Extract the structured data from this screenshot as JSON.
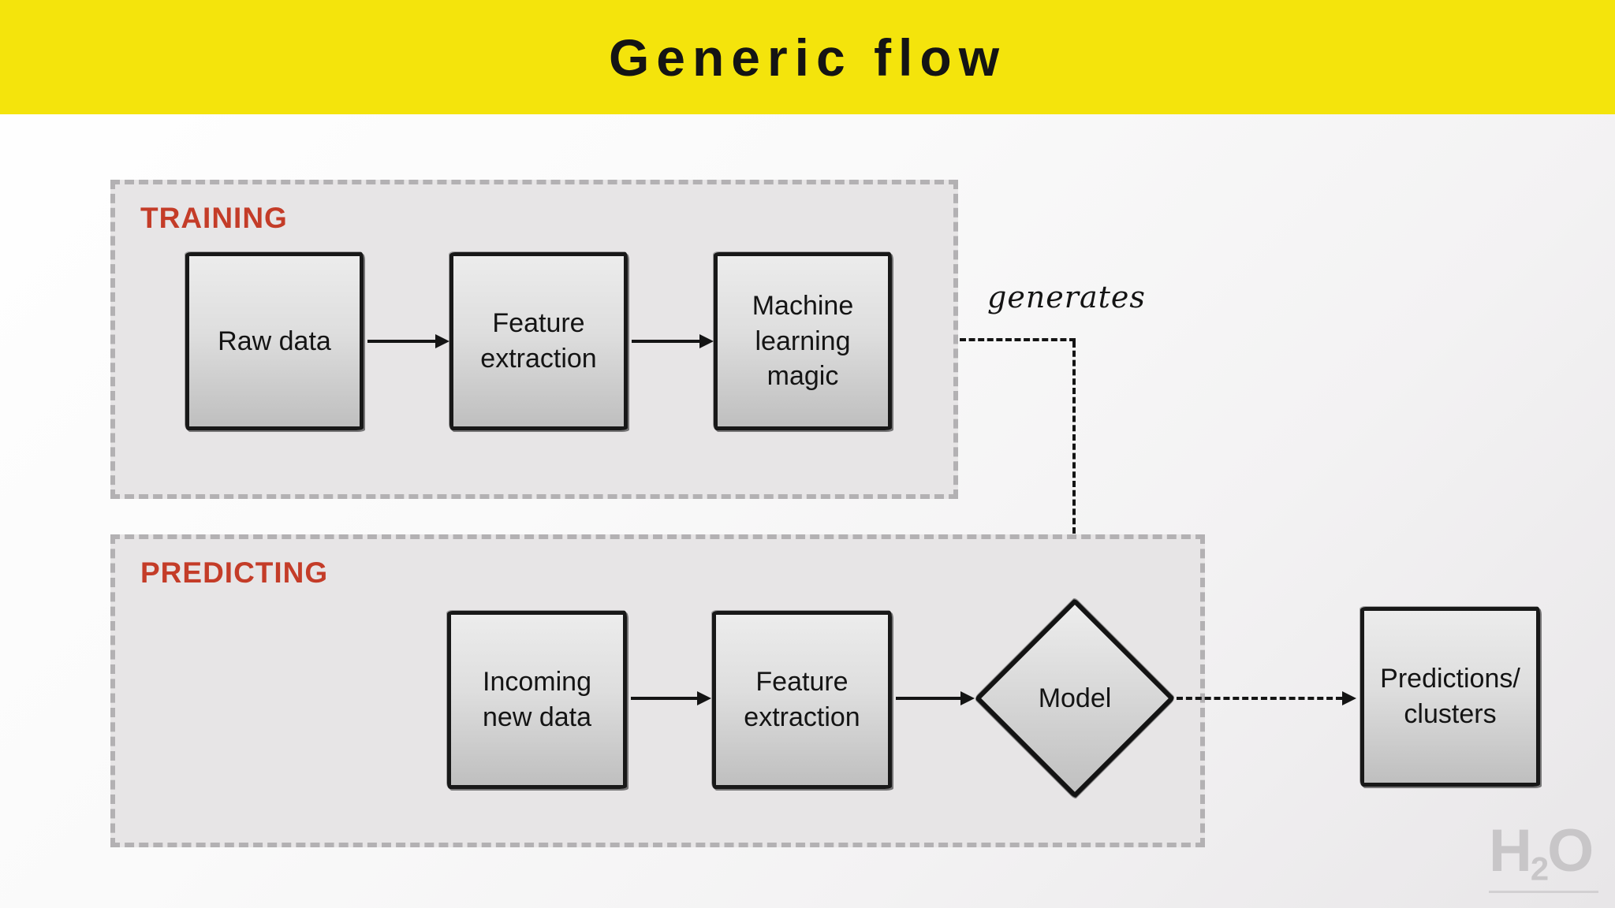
{
  "title": "Generic flow",
  "training": {
    "label": "TRAINING",
    "nodes": [
      "Raw data",
      "Feature\nextraction",
      "Machine\nlearning\nmagic"
    ]
  },
  "predicting": {
    "label": "PREDICTING",
    "nodes": [
      "Incoming\nnew data",
      "Feature\nextraction"
    ],
    "diamond": "Model"
  },
  "edges": {
    "generates_label": "generates"
  },
  "output": {
    "label": "Predictions/\nclusters"
  },
  "logo": {
    "h": "H",
    "sub": "2",
    "o": "O"
  },
  "colors": {
    "banner_yellow": "#f4e40c",
    "section_label_red": "#c43c28",
    "node_border_black": "#181818",
    "zone_fill_gray": "#e7e5e6",
    "zone_border_gray": "#b3b1b3",
    "logo_gray": "#c8c6c8"
  }
}
